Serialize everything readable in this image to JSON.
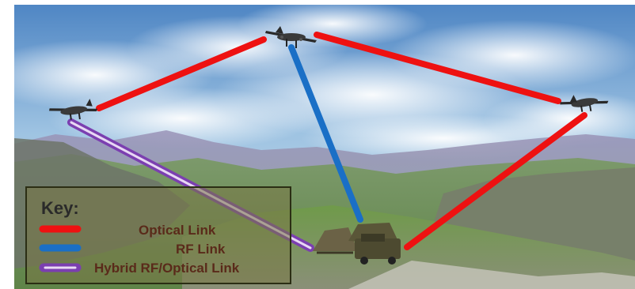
{
  "legend": {
    "title": "Key:",
    "items": [
      {
        "label": "Optical Link",
        "color": "#ee1111",
        "style": "solid"
      },
      {
        "label": "RF Link",
        "color": "#1a6fc6",
        "style": "solid"
      },
      {
        "label": "Hybrid RF/Optical Link",
        "color": "#7b3fb0",
        "style": "hollow"
      }
    ]
  },
  "scene": {
    "nodes": [
      "aircraft",
      "aircraft",
      "aircraft",
      "ground-station"
    ],
    "links": [
      {
        "from": "aircraft-left",
        "to": "aircraft-top",
        "type": "Optical Link"
      },
      {
        "from": "aircraft-top",
        "to": "aircraft-right",
        "type": "Optical Link"
      },
      {
        "from": "aircraft-right",
        "to": "ground-station",
        "type": "Optical Link"
      },
      {
        "from": "aircraft-top",
        "to": "ground-station",
        "type": "RF Link"
      },
      {
        "from": "aircraft-left",
        "to": "ground-station",
        "type": "Hybrid RF/Optical Link"
      }
    ]
  }
}
